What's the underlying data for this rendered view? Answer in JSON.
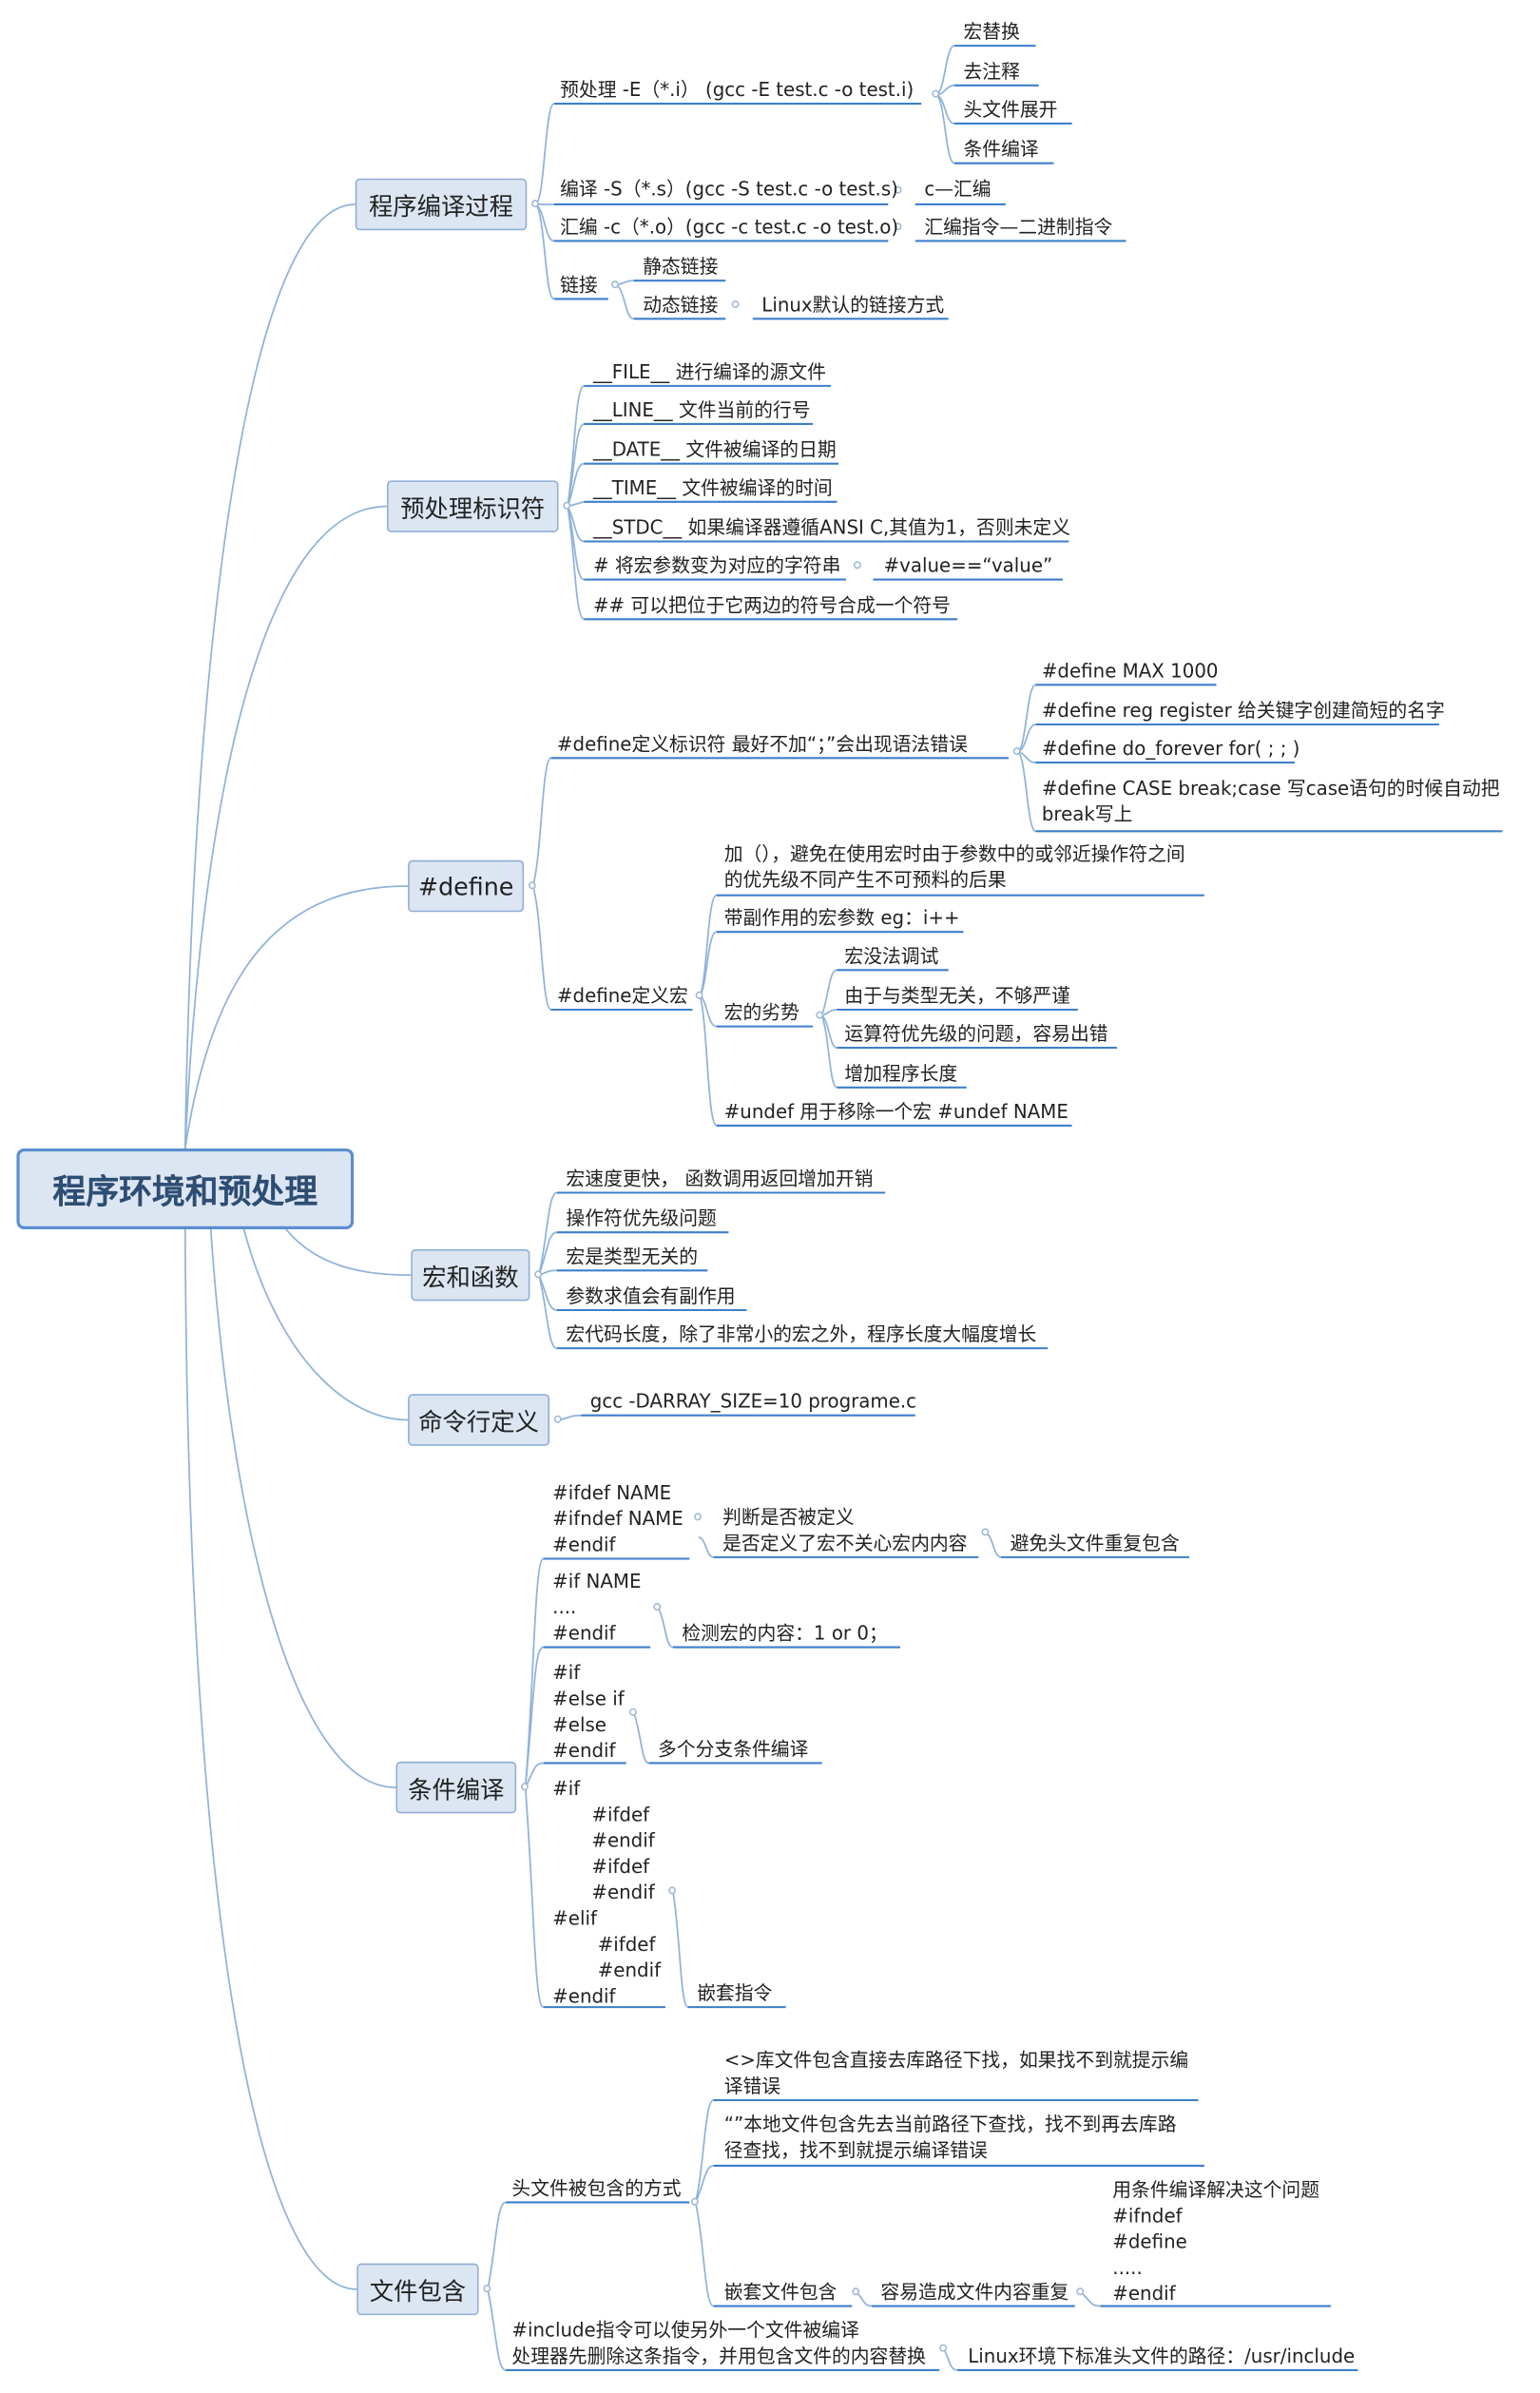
{
  "root": {
    "label": "程序环境和预处理"
  },
  "compile_process": {
    "label": "程序编译过程",
    "preprocess": {
      "label": "预处理 -E（*.i）    (gcc -E test.c -o test.i)",
      "items": [
        "宏替换",
        "去注释",
        "头文件展开",
        "条件编译"
      ]
    },
    "compile": {
      "label": "编译 -S（*.s）(gcc -S test.c -o test.s)",
      "note": "c—汇编"
    },
    "assemble": {
      "label": "汇编 -c（*.o）(gcc -c test.c -o test.o)",
      "note": "汇编指令—二进制指令"
    },
    "link": {
      "label": "链接",
      "static": "静态链接",
      "dynamic": "动态链接",
      "dynamic_note": "Linux默认的链接方式"
    }
  },
  "predefined": {
    "label": "预处理标识符",
    "items": [
      "__FILE__  进行编译的源文件",
      "__LINE__  文件当前的行号",
      "__DATE__  文件被编译的日期",
      "__TIME__  文件被编译的时间",
      "__STDC__  如果编译器遵循ANSI C,其值为1，否则未定义",
      "# 将宏参数变为对应的字符串",
      "## 可以把位于它两边的符号合成一个符号"
    ],
    "hash_note": "#value==“value”"
  },
  "define": {
    "label": "#define",
    "identifier": {
      "label": "#define定义标识符    最好不加“；”会出现语法错误",
      "items": [
        "#define MAX 1000",
        "#define reg register 给关键字创建简短的名字",
        "#define do_forever for( ; ; )"
      ],
      "case_lines": [
        "#define CASE break;case      写case语句的时候自动把",
        "break写上"
      ]
    },
    "macro": {
      "label": "#define定义宏",
      "paren_lines": [
        "加（），避免在使用宏时由于参数中的或邻近操作符之间",
        "的优先级不同产生不可预料的后果"
      ],
      "side_effect": "带副作用的宏参数 eg：i++",
      "disadvantages": {
        "label": "宏的劣势",
        "items": [
          "宏没法调试",
          "由于与类型无关，不够严谨",
          "运算符优先级的问题，容易出错",
          "增加程序长度"
        ]
      },
      "undef": "#undef 用于移除一个宏 #undef NAME"
    }
  },
  "macro_vs_function": {
    "label": "宏和函数",
    "items": [
      "宏速度更快， 函数调用返回增加开销",
      "操作符优先级问题",
      "宏是类型无关的",
      "参数求值会有副作用",
      "宏代码长度，除了非常小的宏之外，程序长度大幅度增长"
    ]
  },
  "command_line": {
    "label": "命令行定义",
    "item": "gcc -DARRAY_SIZE=10 programe.c"
  },
  "conditional": {
    "label": "条件编译",
    "ifdef": {
      "lines": [
        "#ifdef NAME",
        "#ifndef NAME",
        "#endif"
      ],
      "note_lines": [
        "判断是否被定义",
        "是否定义了宏不关心宏内内容"
      ],
      "note2": "避免头文件重复包含"
    },
    "if_name": {
      "lines": [
        "#if NAME",
        "....",
        "#endif"
      ],
      "note": "检测宏的内容：1 or 0；"
    },
    "multi": {
      "lines": [
        "#if",
        "#else if",
        "#else",
        "#endif"
      ],
      "note": "多个分支条件编译"
    },
    "nested": {
      "lines": [
        "#if",
        "#ifdef",
        "#endif",
        "#ifdef",
        "#endif",
        "#elif",
        "#ifdef",
        "#endif",
        "#endif"
      ],
      "note": "嵌套指令"
    }
  },
  "file_include": {
    "label": "文件包含",
    "ways": {
      "label": "头文件被包含的方式",
      "angle_lines": [
        "<>库文件包含直接去库路径下找，如果找不到就提示编",
        "译错误"
      ],
      "quote_lines": [
        "“”本地文件包含先去当前路径下查找，找不到再去库路",
        "径查找，找不到就提示编译错误"
      ],
      "nested": {
        "label": "嵌套文件包含",
        "note": "容易造成文件内容重复",
        "solution_lines": [
          "用条件编译解决这个问题",
          "#ifndef",
          "#define",
          ".....",
          "#endif"
        ]
      }
    },
    "directive": {
      "lines": [
        "#include指令可以使另外一个文件被编译",
        "处理器先删除这条指令，并用包含文件的内容替换"
      ],
      "note": "Linux环境下标准头文件的路径：/usr/include"
    }
  }
}
